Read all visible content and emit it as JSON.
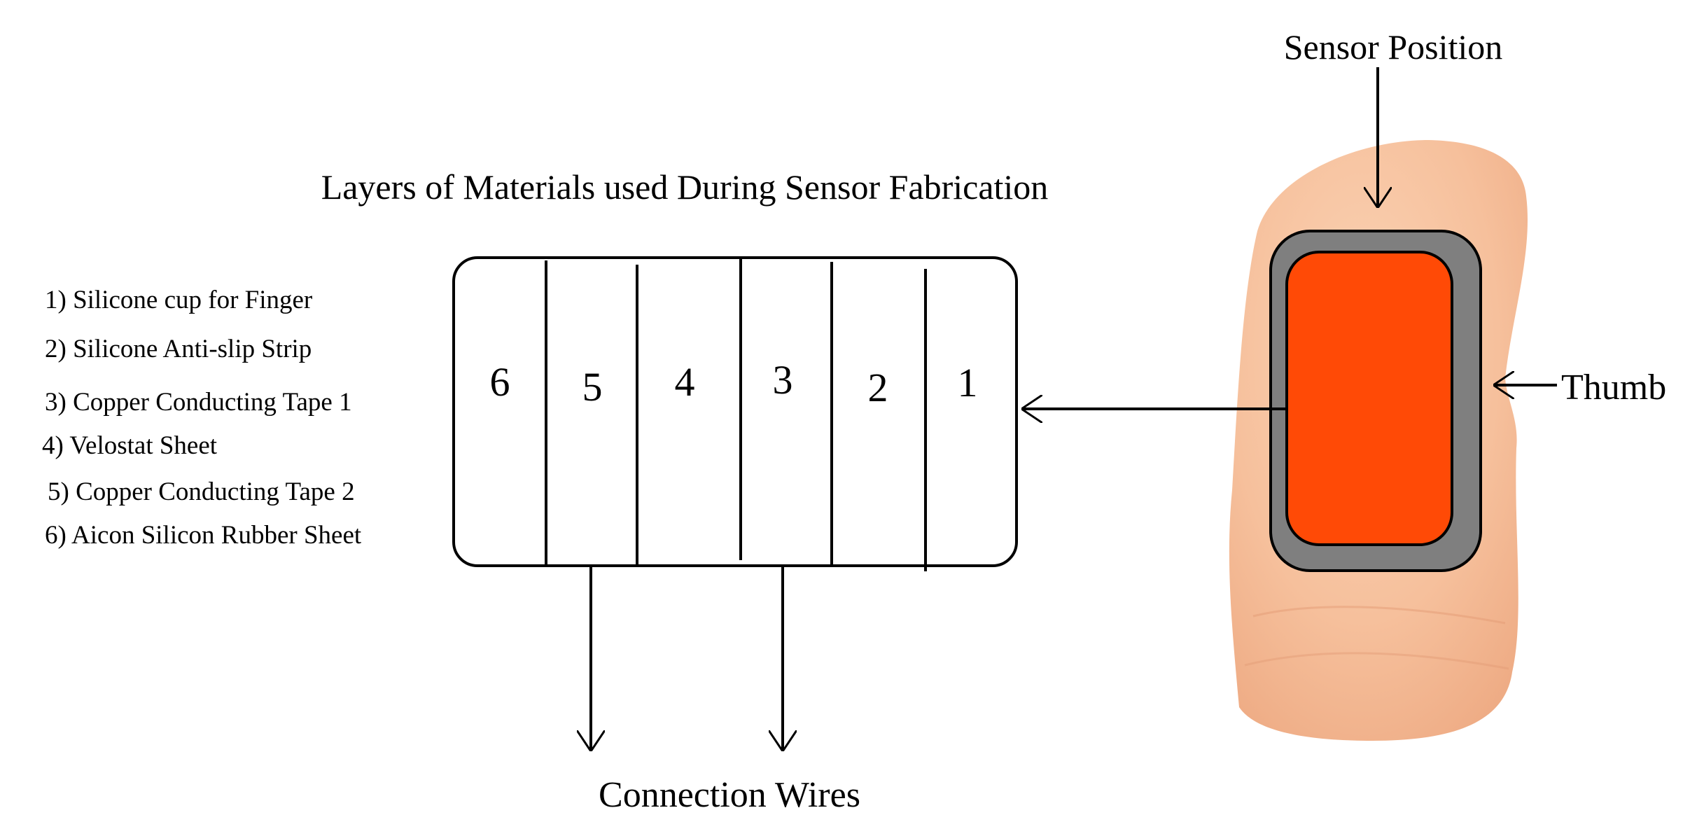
{
  "title": "Layers of Materials used During Sensor Fabrication",
  "legend": [
    "1) Silicone cup for Finger",
    "2) Silicone Anti-slip Strip",
    "3) Copper Conducting Tape 1",
    "4) Velostat Sheet",
    "5) Copper Conducting Tape 2",
    "6) Aicon Silicon Rubber Sheet"
  ],
  "layers": [
    "6",
    "5",
    "4",
    "3",
    "2",
    "1"
  ],
  "labels": {
    "sensor_position": "Sensor Position",
    "thumb": "Thumb",
    "connection_wires": "Connection Wires"
  },
  "colors": {
    "sensor_fill": "#ff4a06",
    "sensor_border": "#7f7f7f",
    "skin_tone": "#f8c7a4",
    "ink": "#000000"
  }
}
